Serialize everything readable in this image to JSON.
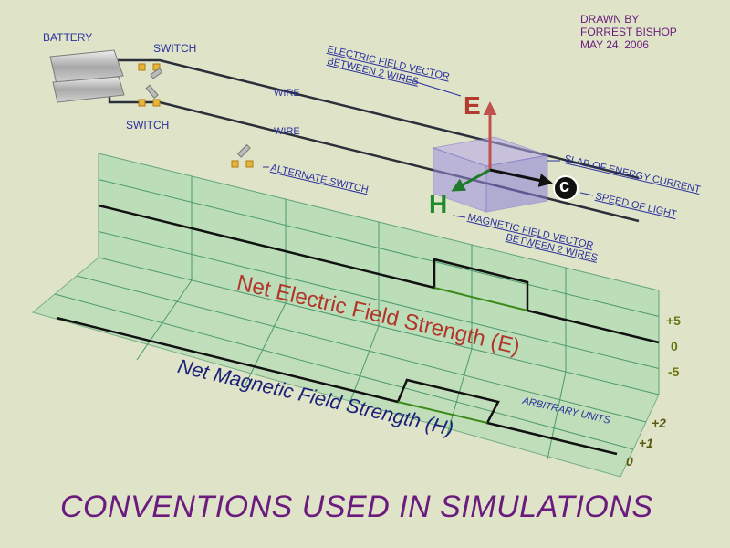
{
  "credit": {
    "line1": "DRAWN BY",
    "line2": "FORREST BISHOP",
    "line3": "MAY 24, 2006"
  },
  "labels": {
    "battery": "BATTERY",
    "switch_top": "SWITCH",
    "switch_bottom": "SWITCH",
    "wire_top": "WIRE",
    "wire_bottom": "WIRE",
    "alternate_switch": "ALTERNATE SWITCH",
    "e_vector_line1": "ELECTRIC FIELD VECTOR",
    "e_vector_line2": "BETWEEN 2 WIRES",
    "slab": "SLAB OF ENERGY CURRENT",
    "speed_of_light": "SPEED OF LIGHT",
    "h_vector_line1": "MAGNETIC FIELD VECTOR",
    "h_vector_line2": "BETWEEN 2 WIRES",
    "arbitrary_units": "ARBITRARY UNITS"
  },
  "symbols": {
    "e": "E",
    "h": "H",
    "c": "c"
  },
  "graphs": {
    "electric_title": "Net Electric Field Strength (E)",
    "magnetic_title": "Net Magnetic Field Strength (H)",
    "electric_ticks": [
      "+5",
      "0",
      "-5"
    ],
    "magnetic_ticks": [
      "+2",
      "+1",
      "0"
    ]
  },
  "footer_title": "CONVENTIONS USED IN SIMULATIONS",
  "colors": {
    "background": "#dfe4c9",
    "grid_fill": "#b5dcb5",
    "grid_line": "#4a9a6a",
    "label_blue": "#2a2f9c",
    "title_purple": "#6a1b7d",
    "e_red": "#b23a2e",
    "h_green": "#1f8a2c",
    "tick_olive": "#6b7410"
  }
}
